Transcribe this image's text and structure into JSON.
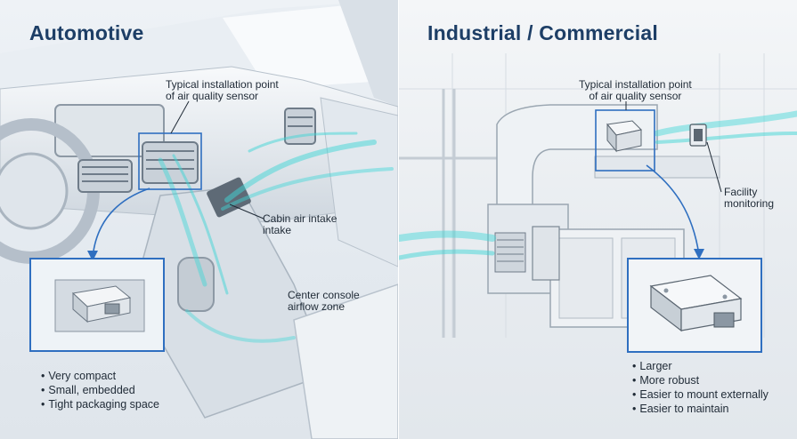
{
  "automotive": {
    "title": "Automotive",
    "install_label_line1": "Typical installation point",
    "install_label_line2": "of air quality sensor",
    "intake_label_line1": "Cabin air intake",
    "intake_label_line2": "intake",
    "console_label_line1": "Center console",
    "console_label_line2": "airflow zone",
    "bullets": [
      "Very compact",
      "Small, embedded",
      "Tight packaging space"
    ]
  },
  "industrial": {
    "title": "Industrial / Commercial",
    "install_label_line1": "Typical installation point",
    "install_label_line2": "of air quality sensor",
    "facility_label_line1": "Facility",
    "facility_label_line2": "monitoring",
    "bullets": [
      "Larger",
      "More robust",
      "Easier to mount externally",
      "Easier to maintain"
    ]
  },
  "colors": {
    "title": "#1d3e66",
    "callout_border": "#2f6fc0",
    "airflow": "#3fd6d6",
    "text": "#1f2a36"
  }
}
